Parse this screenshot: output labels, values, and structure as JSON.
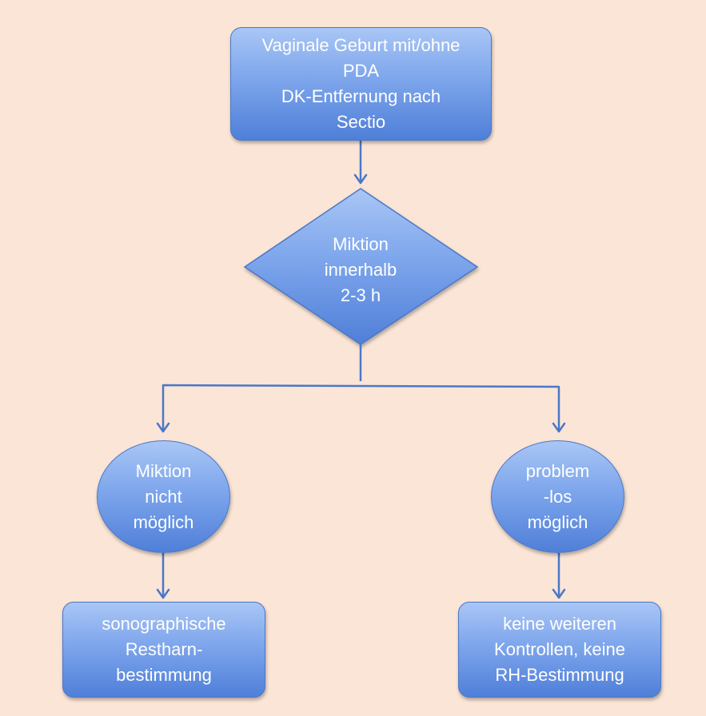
{
  "diagram": {
    "start": {
      "lines": [
        "Vaginale Geburt mit/ohne",
        "PDA",
        "DK-Entfernung nach",
        "Sectio"
      ]
    },
    "decision": {
      "lines": [
        "Miktion",
        "innerhalb",
        "2-3 h"
      ]
    },
    "left_branch": {
      "condition_lines": [
        "Miktion",
        "nicht",
        "möglich"
      ],
      "result_lines": [
        "sonographische",
        "Restharn-",
        "bestimmung"
      ]
    },
    "right_branch": {
      "condition_lines": [
        "problem",
        "-los",
        "möglich"
      ],
      "result_lines": [
        "keine weiteren",
        "Kontrollen, keine",
        "RH-Bestimmung"
      ]
    },
    "colors": {
      "background": "#fbe5d6",
      "node_fill_top": "#a9c6f5",
      "node_fill_bottom": "#4f7fd8",
      "node_border": "#4a78c9",
      "connector": "#4a78c9",
      "text": "#ffffff"
    }
  }
}
